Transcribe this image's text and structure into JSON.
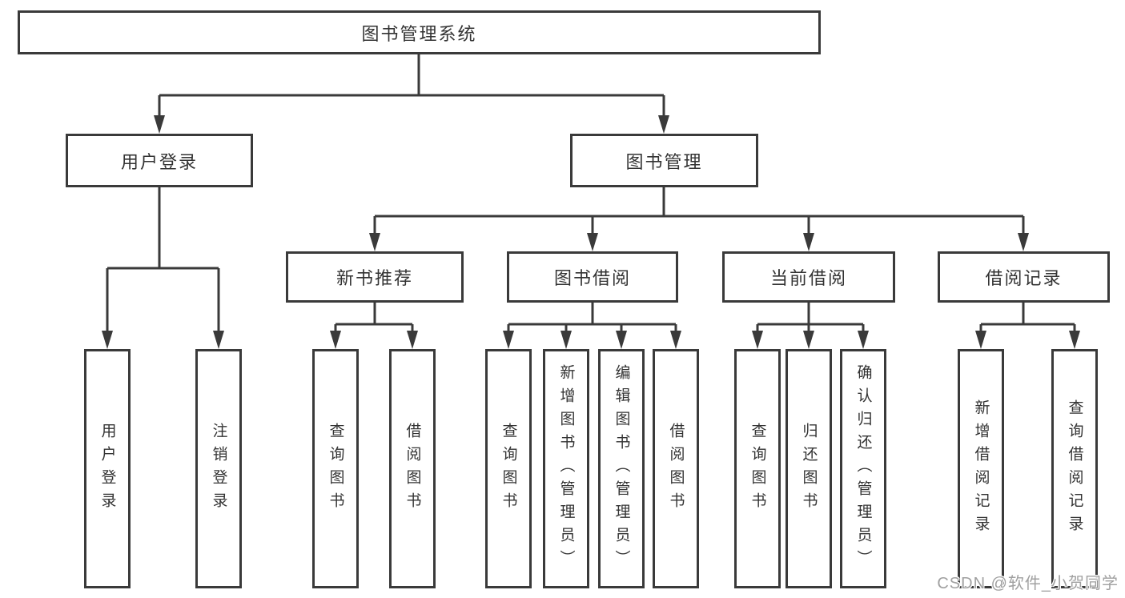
{
  "title": "图书管理系统",
  "root": {
    "label": "图书管理系统"
  },
  "branches": [
    {
      "label": "用户登录",
      "children": [
        {
          "label": "用户登录"
        },
        {
          "label": "注销登录"
        }
      ]
    },
    {
      "label": "图书管理",
      "children": [
        {
          "label": "新书推荐",
          "children": [
            {
              "label": "查询图书"
            },
            {
              "label": "借阅图书"
            }
          ]
        },
        {
          "label": "图书借阅",
          "children": [
            {
              "label": "查询图书"
            },
            {
              "label": "新增图书（管理员）"
            },
            {
              "label": "编辑图书（管理员）"
            },
            {
              "label": "借阅图书"
            }
          ]
        },
        {
          "label": "当前借阅",
          "children": [
            {
              "label": "查询图书"
            },
            {
              "label": "归还图书"
            },
            {
              "label": "确认归还（管理员）"
            }
          ]
        },
        {
          "label": "借阅记录",
          "children": [
            {
              "label": "新增借阅记录"
            },
            {
              "label": "查询借阅记录"
            }
          ]
        }
      ]
    }
  ],
  "watermark": "CSDN @软件_小贺同学",
  "colors": {
    "line": "#3a3a3a",
    "box_border": "#3a3a3a",
    "text": "#333333",
    "background": "#ffffff",
    "watermark": "#a0a0a0"
  }
}
